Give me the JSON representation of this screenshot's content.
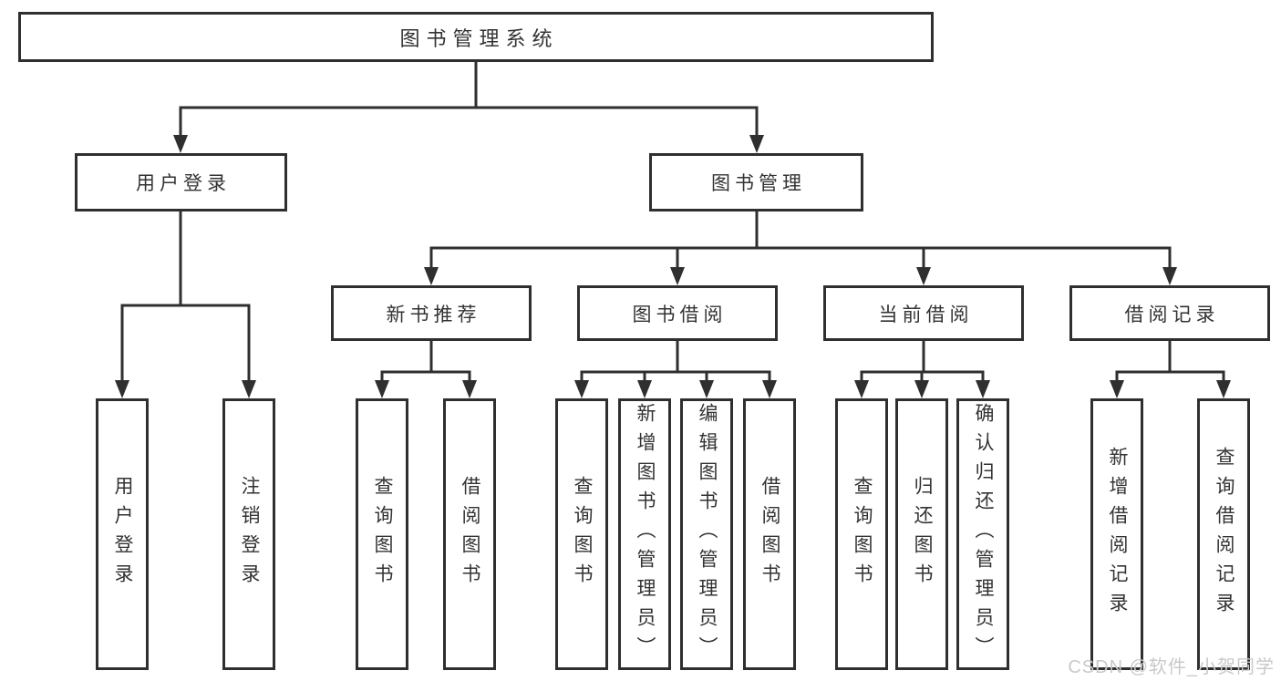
{
  "diagram": {
    "title": "图书管理系统",
    "level2": {
      "user_login": "用户登录",
      "book_mgmt": "图书管理"
    },
    "level3": {
      "new_books": "新书推荐",
      "book_borrow": "图书借阅",
      "current_borrow": "当前借阅",
      "borrow_records": "借阅记录"
    },
    "leaves": {
      "user_login": [
        "用户登录",
        "注销登录"
      ],
      "new_books": [
        "查询图书",
        "借阅图书"
      ],
      "book_borrow": [
        "查询图书",
        "新增图书（管理员）",
        "编辑图书（管理员）",
        "借阅图书"
      ],
      "current_borrow": [
        "查询图书",
        "归还图书",
        "确认归还（管理员）"
      ],
      "borrow_records": [
        "新增借阅记录",
        "查询借阅记录"
      ]
    },
    "colors": {
      "line": "#2f2f2f",
      "text": "#333333",
      "box_fill": "#ffffff",
      "watermark": "#c9c9c9",
      "background": "#ffffff"
    }
  },
  "watermark": "CSDN @软件_小贺同学"
}
